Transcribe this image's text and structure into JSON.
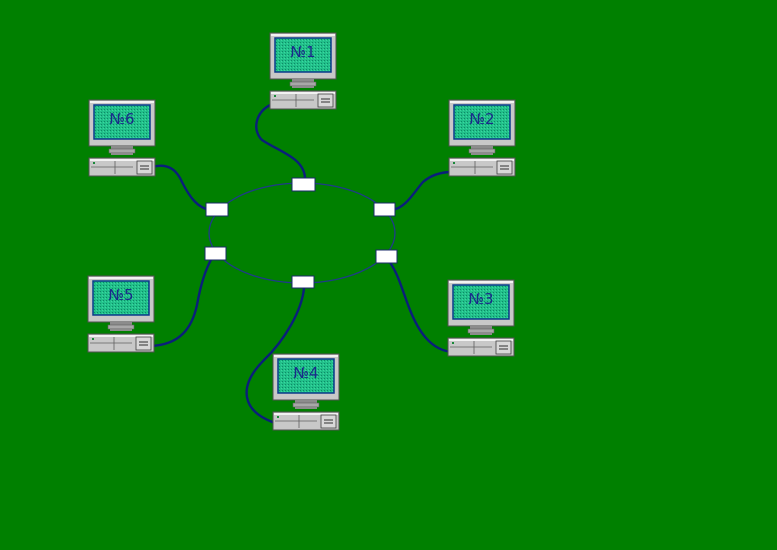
{
  "colors": {
    "background": "#008000",
    "ring": "#1f3a8a",
    "cable": "#0a1f7a",
    "connector": "#ffffff",
    "monitor_case": "#c8c8c8",
    "screen": "#22c08a",
    "screen_border": "#0a3a8a",
    "label_text": "#1a2a8a"
  },
  "workstations": [
    {
      "label": "№1"
    },
    {
      "label": "№2"
    },
    {
      "label": "№3"
    },
    {
      "label": "№4"
    },
    {
      "label": "№5"
    },
    {
      "label": "№6"
    }
  ]
}
